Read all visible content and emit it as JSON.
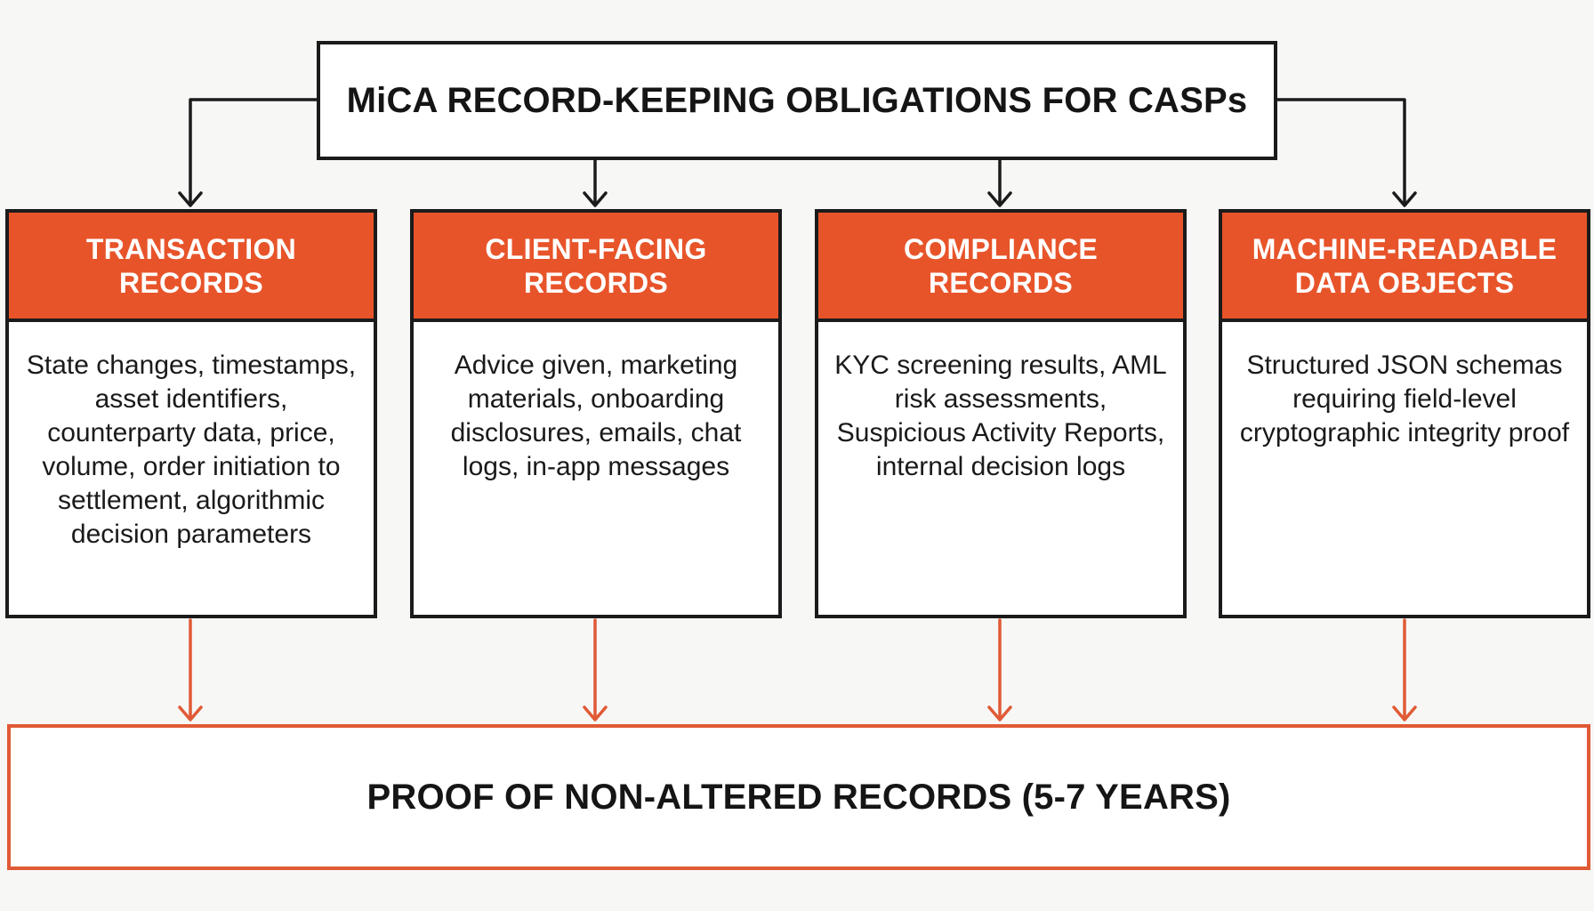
{
  "diagram": {
    "title": "MiCA RECORD-KEEPING OBLIGATIONS FOR CASPs",
    "categories": [
      {
        "heading": "TRANSACTION RECORDS",
        "description": "State changes, timestamps, asset identifiers, counterparty data, price, volume, order initiation to settlement, algorithmic decision parameters"
      },
      {
        "heading": "CLIENT-FACING RECORDS",
        "description": "Advice given, marketing materials, onboarding disclosures, emails, chat logs, in-app messages"
      },
      {
        "heading": "COMPLIANCE RECORDS",
        "description": "KYC screening results, AML risk assessments, Suspicious Activity Reports, internal decision logs"
      },
      {
        "heading": "MACHINE-READABLE DATA OBJECTS",
        "description": "Structured JSON schemas requiring field-level cryptographic integrity proof"
      }
    ],
    "outcome": "PROOF OF NON-ALTERED RECORDS (5-7 YEARS)"
  },
  "colors": {
    "accent": "#e8542a",
    "outline": "#1b1b1b",
    "bottom_outline": "#e05a35",
    "background": "#f7f7f6"
  }
}
